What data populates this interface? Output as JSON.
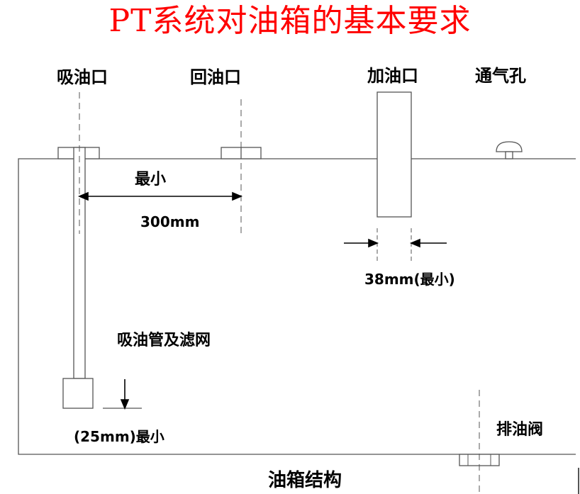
{
  "title": "PT系统对油箱的基本要求",
  "labels": {
    "suction_port": "吸油口",
    "return_port": "回油口",
    "filler_port": "加油口",
    "vent_hole": "通气孔",
    "min_distance_label": "最小",
    "min_distance_value": "300mm",
    "filler_width": "38mm(最小)",
    "suction_pipe_filter": "吸油管及滤网",
    "bottom_clearance": "(25mm)最小",
    "drain_valve": "排油阀",
    "caption": "油箱结构"
  },
  "colors": {
    "title": "#ff0000",
    "lines": "#555555",
    "text": "#000000"
  }
}
